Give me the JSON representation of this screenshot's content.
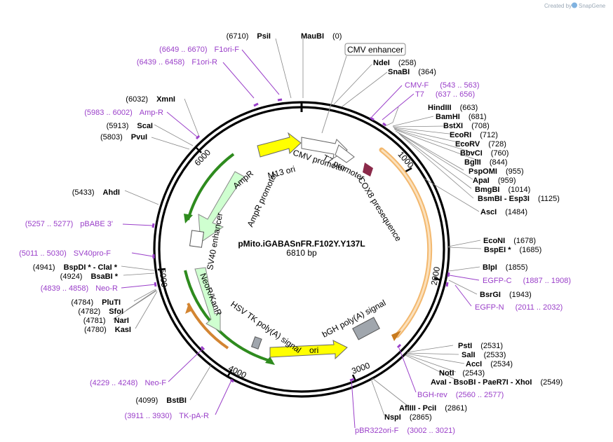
{
  "credit": {
    "prefix": "Created by",
    "brand": "SnapGene"
  },
  "plasmid": {
    "name": "pMito.iGABASnFR.F102Y.Y137L",
    "length": "6810 bp"
  },
  "ticks": [
    "1000",
    "2000",
    "3000",
    "4000",
    "5000",
    "6000"
  ],
  "sites_right": [
    {
      "name": "MauBI",
      "pos": "(0)"
    },
    {
      "name": "NdeI",
      "pos": "(258)"
    },
    {
      "name": "SnaBI",
      "pos": "(364)"
    },
    {
      "name": "HindIII",
      "pos": "(663)"
    },
    {
      "name": "BamHI",
      "pos": "(681)"
    },
    {
      "name": "BstXI",
      "pos": "(708)"
    },
    {
      "name": "EcoRI",
      "pos": "(712)"
    },
    {
      "name": "EcoRV",
      "pos": "(728)"
    },
    {
      "name": "BbvCI",
      "pos": "(760)"
    },
    {
      "name": "BglII",
      "pos": "(844)"
    },
    {
      "name": "PspOMI",
      "pos": "(955)"
    },
    {
      "name": "ApaI",
      "pos": "(959)"
    },
    {
      "name": "BmgBI",
      "pos": "(1014)"
    },
    {
      "name": "BsmBI  -  Esp3I",
      "pos": "(1125)"
    },
    {
      "name": "AscI",
      "pos": "(1484)"
    },
    {
      "name": "EcoNI",
      "pos": "(1678)"
    },
    {
      "name": "BspEI *",
      "pos": "(1685)"
    },
    {
      "name": "BlpI",
      "pos": "(1855)"
    },
    {
      "name": "BsrGI",
      "pos": "(1943)"
    },
    {
      "name": "PstI",
      "pos": "(2531)"
    },
    {
      "name": "SalI",
      "pos": "(2533)"
    },
    {
      "name": "AccI",
      "pos": "(2534)"
    },
    {
      "name": "NotI",
      "pos": "(2543)"
    },
    {
      "name": "AvaI  -  BsoBI  -  PaeR7I  -  XhoI",
      "pos": "(2549)"
    },
    {
      "name": "AflIII  -  PciI",
      "pos": "(2861)"
    },
    {
      "name": "NspI",
      "pos": "(2865)"
    }
  ],
  "sites_left": [
    {
      "name": "PsiI",
      "pos": "(6710)"
    },
    {
      "name": "XmnI",
      "pos": "(6032)"
    },
    {
      "name": "ScaI",
      "pos": "(5913)"
    },
    {
      "name": "PvuI",
      "pos": "(5803)"
    },
    {
      "name": "AhdI",
      "pos": "(5433)"
    },
    {
      "name": "BspDI *  -  ClaI *",
      "pos": "(4941)"
    },
    {
      "name": "BsaBI *",
      "pos": "(4924)"
    },
    {
      "name": "PluTI",
      "pos": "(4784)"
    },
    {
      "name": "SfoI",
      "pos": "(4782)"
    },
    {
      "name": "NarI",
      "pos": "(4781)"
    },
    {
      "name": "KasI",
      "pos": "(4780)"
    },
    {
      "name": "BstBI",
      "pos": "(4099)"
    }
  ],
  "primers": [
    {
      "name": "F1ori-F",
      "pos": "(6649 .. 6670)"
    },
    {
      "name": "F1ori-R",
      "pos": "(6439 .. 6458)"
    },
    {
      "name": "Amp-R",
      "pos": "(5983 .. 6002)"
    },
    {
      "name": "pBABE 3'",
      "pos": "(5257 .. 5277)"
    },
    {
      "name": "SV40pro-F",
      "pos": "(5011 .. 5030)"
    },
    {
      "name": "Neo-R",
      "pos": "(4839 .. 4858)"
    },
    {
      "name": "Neo-F",
      "pos": "(4229 .. 4248)"
    },
    {
      "name": "TK-pA-R",
      "pos": "(3911 .. 3930)"
    },
    {
      "name": "CMV-F",
      "pos": "(543 .. 563)"
    },
    {
      "name": "T7",
      "pos": "(637 .. 656)"
    },
    {
      "name": "EGFP-C",
      "pos": "(1887 .. 1908)"
    },
    {
      "name": "EGFP-N",
      "pos": "(2011 .. 2032)"
    },
    {
      "name": "BGH-rev",
      "pos": "(2560 .. 2577)"
    },
    {
      "name": "pBR322ori-F",
      "pos": "(3002 .. 3021)"
    }
  ],
  "features": {
    "cmv_enhancer": "CMV enhancer",
    "cmv_promoter": "CMV promoter",
    "t7_promoter": "T7 promoter",
    "cox8": "COX8 presequence",
    "ampr": "AmpR",
    "ampr_promoter": "AmpR promoter",
    "m13_ori": "M13 ori",
    "sv40_enhancer": "SV40 enhancer",
    "neor": "NeoR/KanR",
    "hsv_tk": "HSV TK poly(A) signal",
    "bgh": "bGH poly(A) signal",
    "ori": "ori"
  },
  "colors": {
    "ampr": "#cfffd0",
    "neor": "#cfffd0",
    "m13_ori": "#ffff00",
    "ori": "#ffff00",
    "cox8": "#8b2a4a",
    "bgh": "#a0a6ad",
    "hsv": "#a0a6ad",
    "egfp_arc": "#f5c98e",
    "primer": "#9a3fc9"
  }
}
